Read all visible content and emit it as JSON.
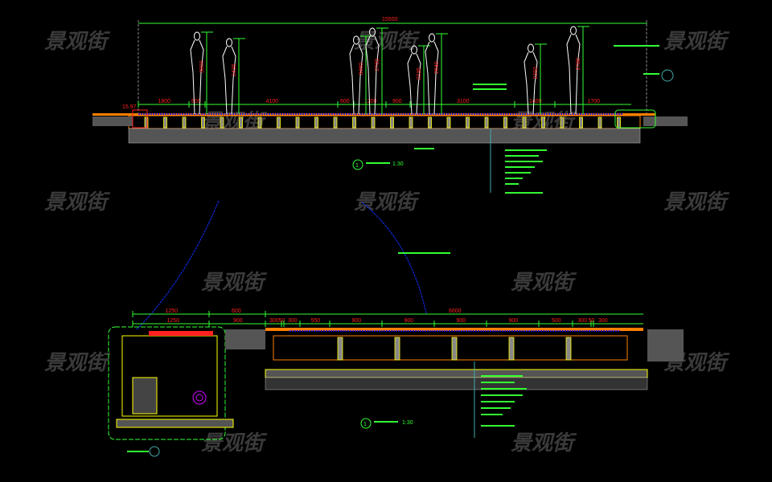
{
  "watermark": "景观街",
  "elevation": {
    "overall": "15500",
    "segments": [
      "1800",
      "600",
      "4100",
      "600",
      "1200",
      "900",
      "3100",
      "1400",
      "1700"
    ],
    "heights": [
      "3800",
      "2435",
      "3480",
      "2700",
      "2335",
      "2640",
      "2350",
      "2780"
    ],
    "level": "15.97",
    "scale": "1:30",
    "index": "1"
  },
  "section": {
    "top_row": [
      "1250",
      "600",
      "6600"
    ],
    "bottom_row": [
      "1250",
      "900",
      "300",
      "50",
      "300",
      "550",
      "900",
      "900",
      "900",
      "900",
      "500",
      "300",
      "50",
      "300"
    ],
    "scale": "1:30",
    "index": "1"
  },
  "colors": {
    "dim": "#ff2020",
    "line": "#33ff33",
    "post": "#ffff00",
    "water": "#0000ff",
    "base": "#ff8000"
  }
}
